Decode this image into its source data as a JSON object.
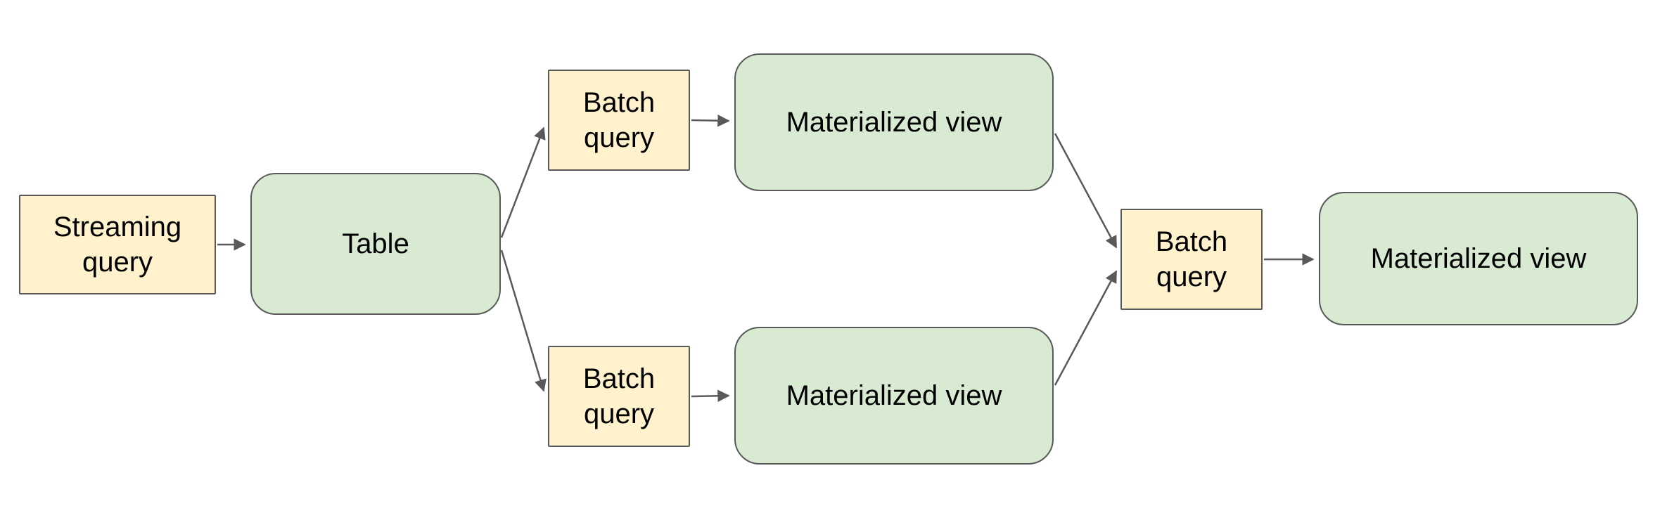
{
  "colors": {
    "query_fill": "#fff2cc",
    "view_fill": "#d9ead3",
    "border": "#595959",
    "arrow": "#595959",
    "background": "#ffffff",
    "text": "#000000"
  },
  "nodes": {
    "streaming_query": {
      "label": "Streaming query",
      "shape": "rectangle",
      "fill": "#fff2cc"
    },
    "table": {
      "label": "Table",
      "shape": "rounded-rectangle",
      "fill": "#d9ead3"
    },
    "batch_query_top": {
      "label": "Batch query",
      "shape": "rectangle",
      "fill": "#fff2cc"
    },
    "materialized_view_top": {
      "label": "Materialized view",
      "shape": "rounded-rectangle",
      "fill": "#d9ead3"
    },
    "batch_query_bottom": {
      "label": "Batch query",
      "shape": "rectangle",
      "fill": "#fff2cc"
    },
    "materialized_view_bottom": {
      "label": "Materialized view",
      "shape": "rounded-rectangle",
      "fill": "#d9ead3"
    },
    "batch_query_final": {
      "label": "Batch query",
      "shape": "rectangle",
      "fill": "#fff2cc"
    },
    "materialized_view_final": {
      "label": "Materialized view",
      "shape": "rounded-rectangle",
      "fill": "#d9ead3"
    }
  },
  "edges": [
    {
      "from": "streaming_query",
      "to": "table"
    },
    {
      "from": "table",
      "to": "batch_query_top"
    },
    {
      "from": "table",
      "to": "batch_query_bottom"
    },
    {
      "from": "batch_query_top",
      "to": "materialized_view_top"
    },
    {
      "from": "batch_query_bottom",
      "to": "materialized_view_bottom"
    },
    {
      "from": "materialized_view_top",
      "to": "batch_query_final"
    },
    {
      "from": "materialized_view_bottom",
      "to": "batch_query_final"
    },
    {
      "from": "batch_query_final",
      "to": "materialized_view_final"
    }
  ]
}
